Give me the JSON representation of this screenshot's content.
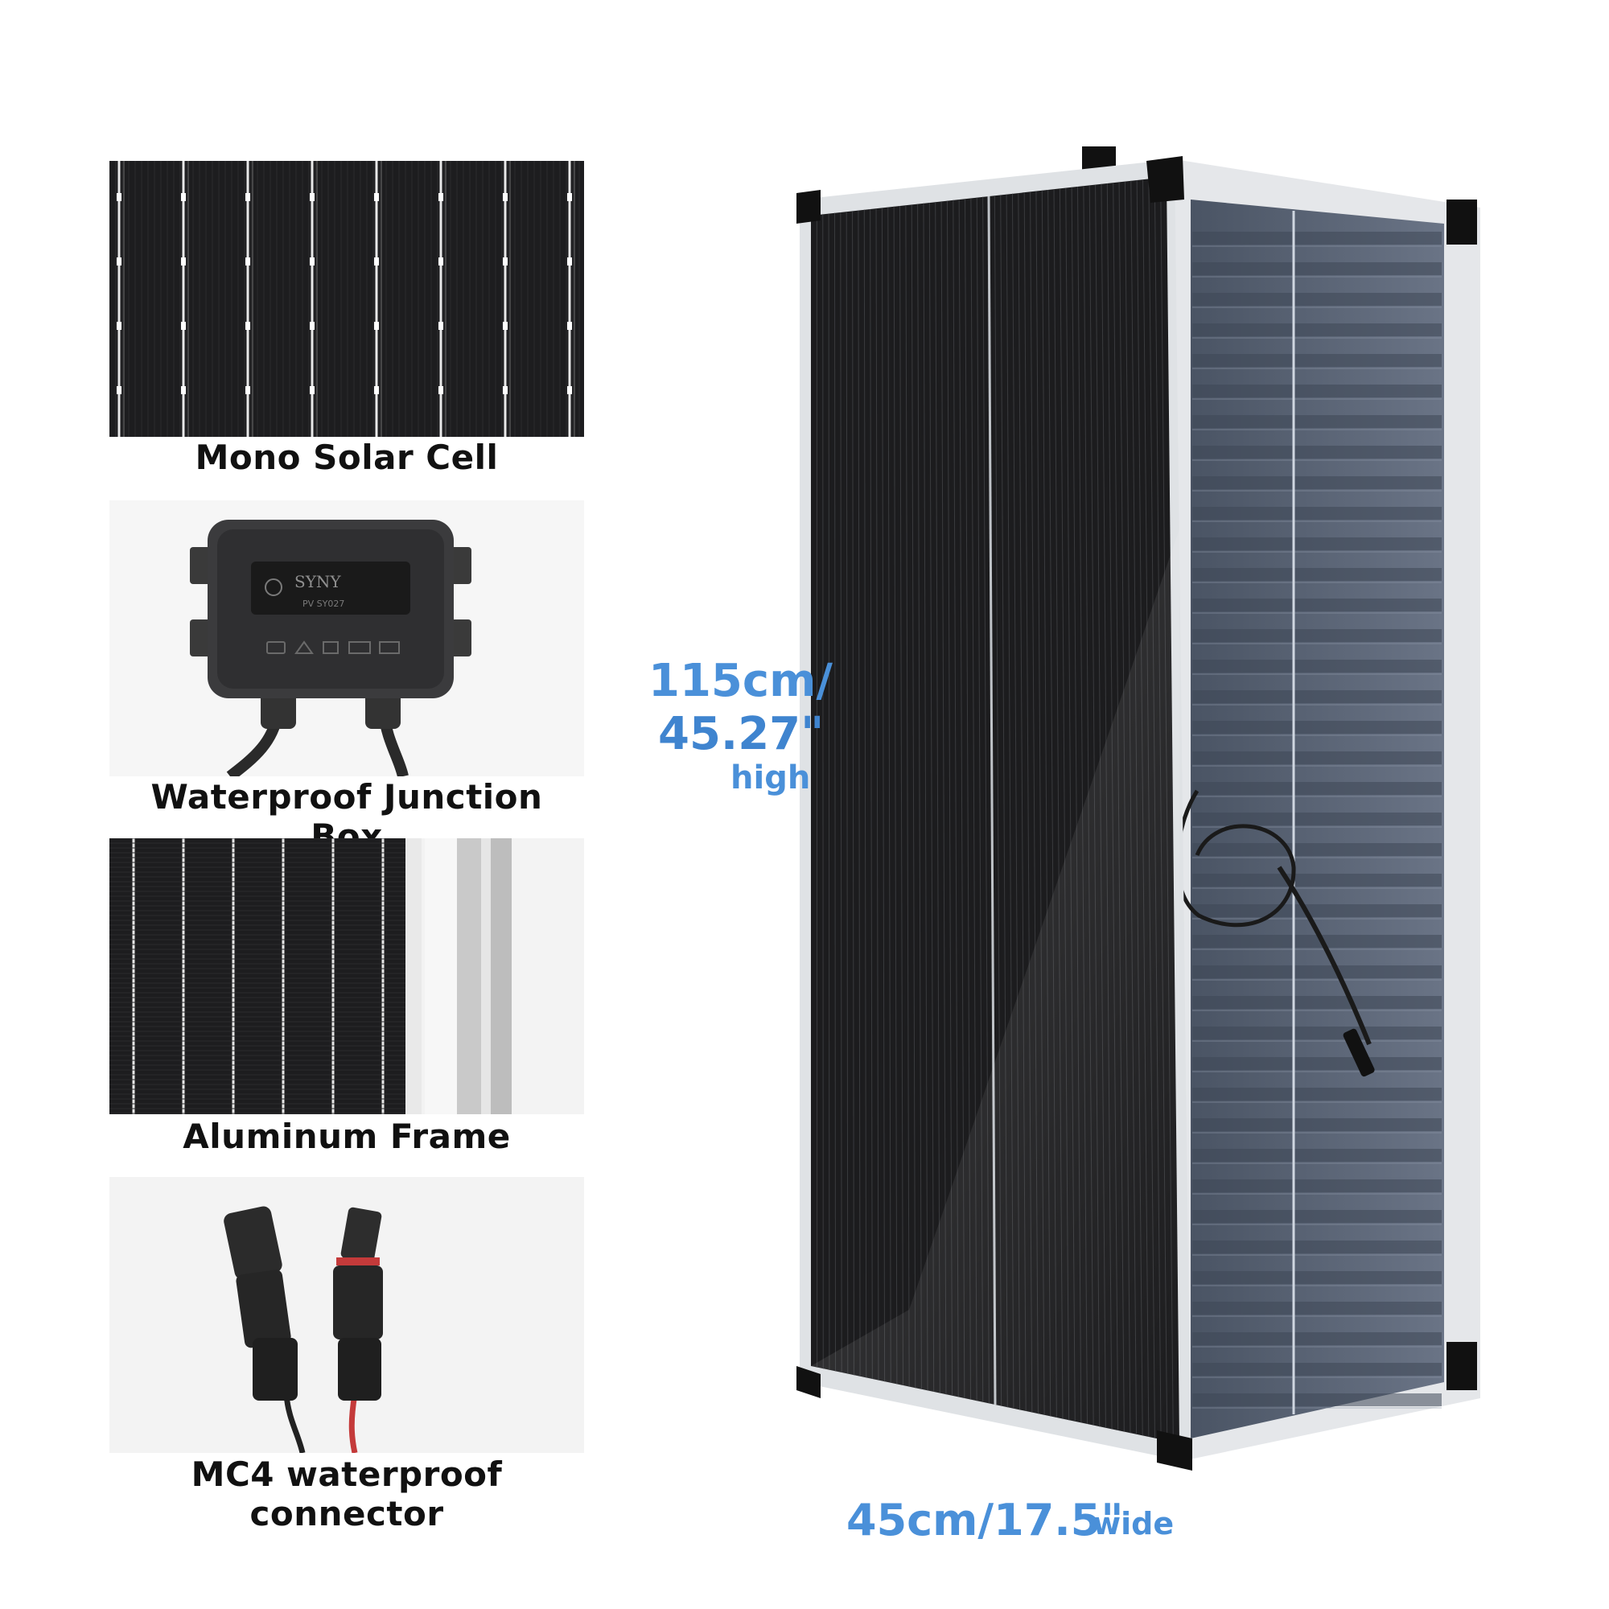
{
  "features": [
    {
      "label": "Mono Solar Cell"
    },
    {
      "label": "Waterproof Junction Box"
    },
    {
      "label": "Aluminum Frame"
    },
    {
      "label": "MC4 waterproof connector"
    }
  ],
  "junction_box": {
    "brand": "SYNY",
    "model": "PV SY027"
  },
  "dimensions": {
    "height_line1": "115cm/",
    "height_line2": "45.27\"",
    "height_word": "high",
    "width_value": "45cm/17.5\"",
    "width_word": "wide"
  },
  "colors": {
    "dimension_text": "#4a90d9",
    "cell": "#1c1c1e",
    "frame": "#d0d3d6"
  }
}
